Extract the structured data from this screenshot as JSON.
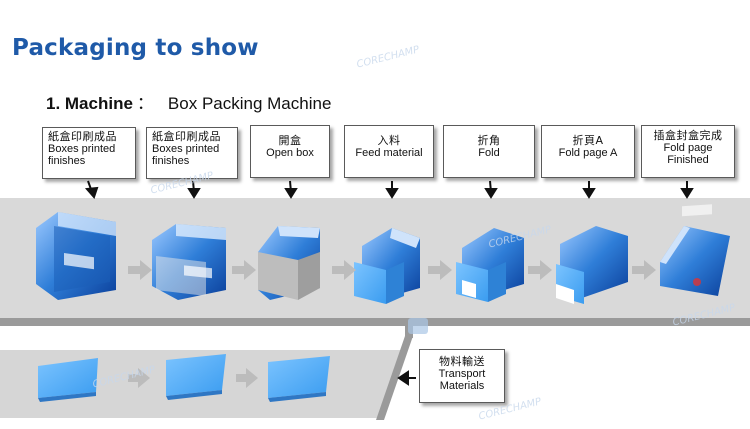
{
  "page": {
    "title": "Packaging to show",
    "subtitle": {
      "number": "1. Machine",
      "separator": "：",
      "value": "Box Packing Machine"
    }
  },
  "steps": [
    {
      "zh": "紙盒印刷成品",
      "en1": "Boxes printed",
      "en2": "finishes"
    },
    {
      "zh": "紙盒印刷成品",
      "en1": "Boxes printed",
      "en2": "finishes"
    },
    {
      "zh": "開盒",
      "en1": "Open box",
      "en2": ""
    },
    {
      "zh": "入料",
      "en1": "Feed material",
      "en2": ""
    },
    {
      "zh": "折角",
      "en1": "Fold",
      "en2": ""
    },
    {
      "zh": "折頁A",
      "en1": "Fold page A",
      "en2": ""
    },
    {
      "zh": "插盒封盒完成",
      "en1": "Fold page",
      "en2": "Finished"
    }
  ],
  "transport": {
    "zh": "物料輸送",
    "en1": "Transport",
    "en2": "Materials"
  },
  "watermark": "CORECHAMP"
}
